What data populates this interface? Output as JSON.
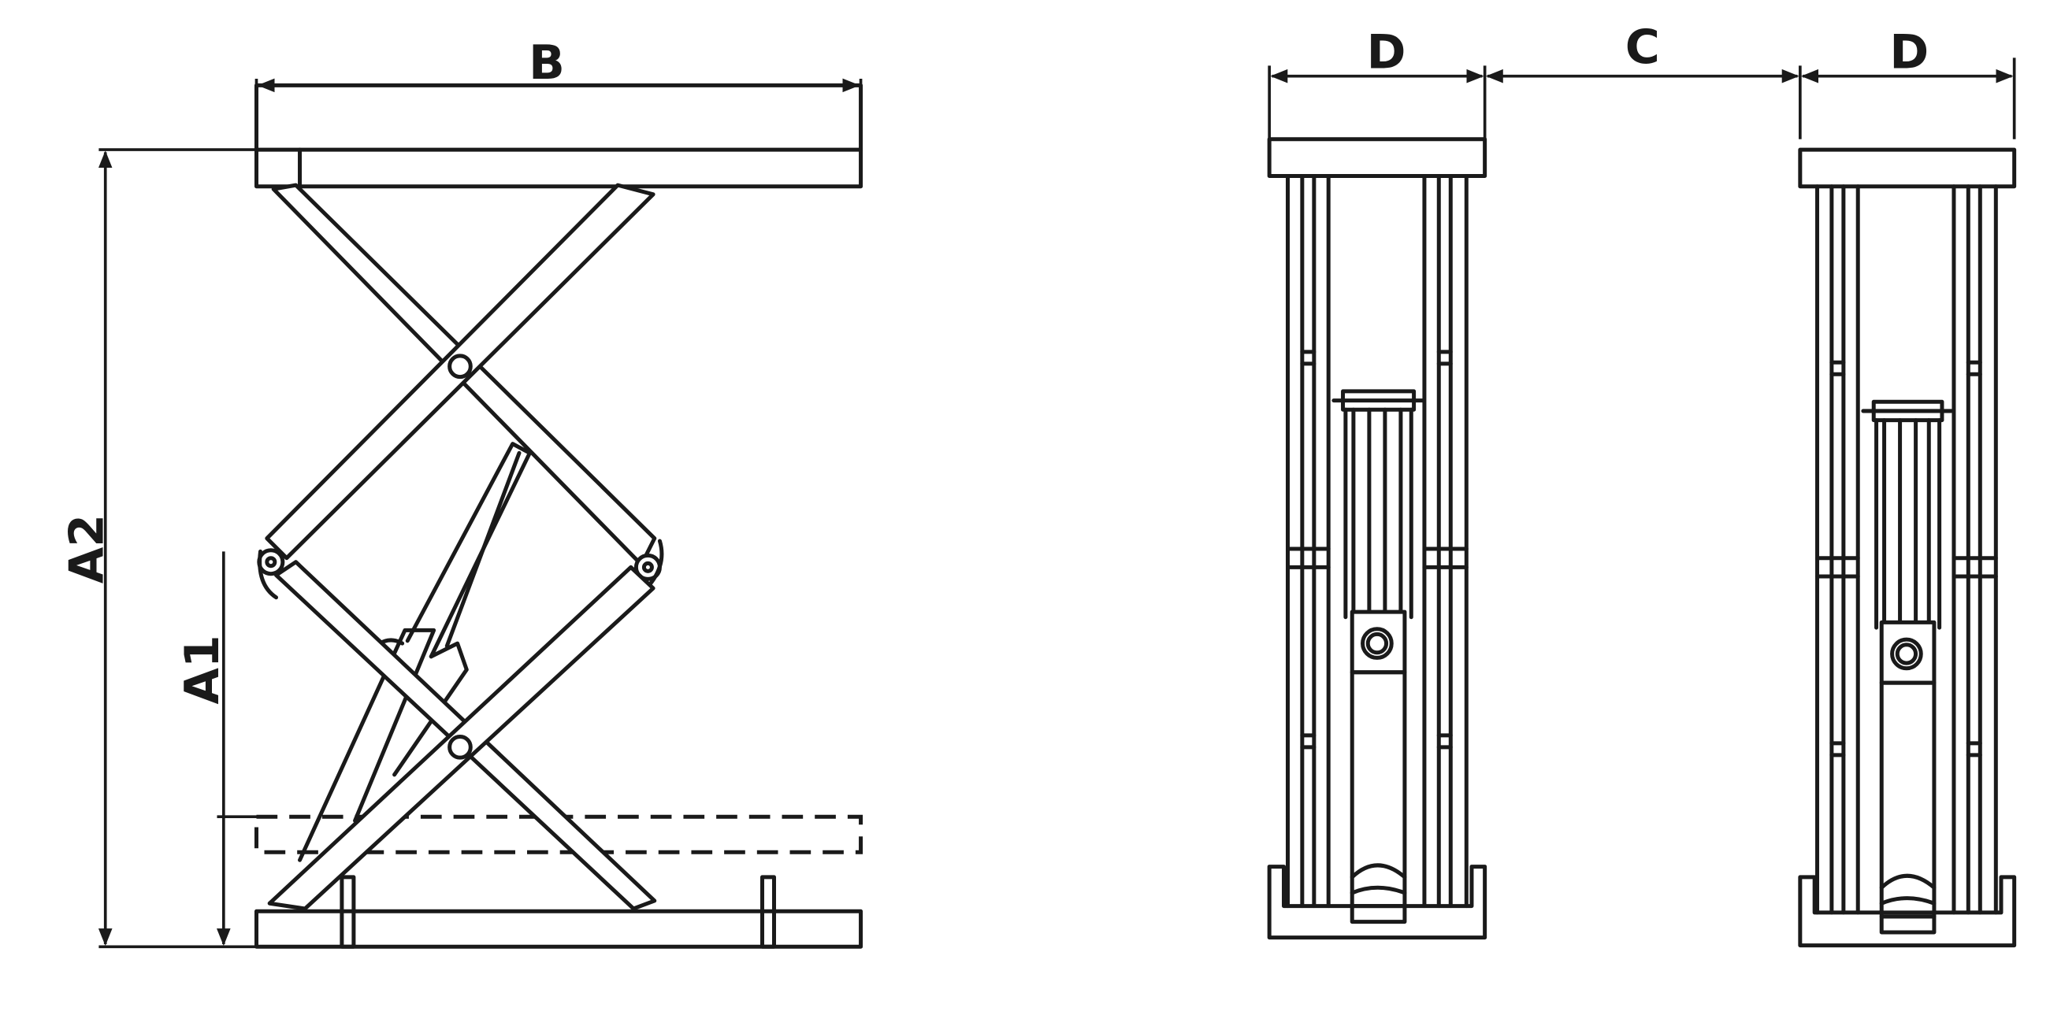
{
  "labels": {
    "b": "B",
    "a2": "A2",
    "a1": "A1",
    "d_left": "D",
    "c": "C",
    "d_right": "D"
  },
  "colors": {
    "line": "#1a1a1a",
    "background": "#ffffff"
  }
}
